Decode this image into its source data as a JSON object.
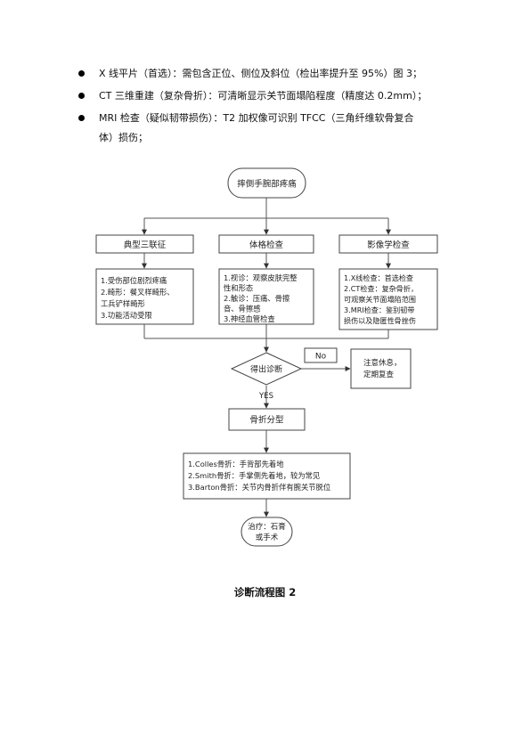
{
  "bullets": [
    {
      "lines": [
        "X 线平片（首选）：需包含正位、侧位及斜位（检出率提升至 95%）图 3；"
      ]
    },
    {
      "lines": [
        "CT 三维重建（复杂骨折）：可清晰显示关节面塌陷程度（精度达 0.2mm）；"
      ]
    },
    {
      "lines": [
        "MRI 检查（疑似韧带损伤）：T2 加权像可识别 TFCC（三角纤维软骨复合",
        "体）损伤；"
      ]
    }
  ],
  "flowchart": {
    "start": "摔倒手腕部疼痛",
    "branches": [
      {
        "title": "典型三联征",
        "details": [
          "1.受伤部位剧烈疼痛",
          "2.畸形：餐叉样畸形、",
          "工兵铲样畸形",
          "3.功能活动受限"
        ]
      },
      {
        "title": "体格检查",
        "details": [
          "1.视诊：观察皮肤完整",
          "性和形态",
          "2.触诊：压痛、骨擦",
          "音、骨擦感",
          "3.神经血管检查"
        ]
      },
      {
        "title": "影像学检查",
        "details": [
          "1.X线检查：首选检查",
          "2.CT检查：复杂骨折，",
          "可观察关节面塌陷范围",
          "3.MRI检查：鉴别韧带",
          "损伤以及隐匿性骨挫伤"
        ]
      }
    ],
    "decision": "得出诊断",
    "no_label": "No",
    "no_result": [
      "注意休息，",
      "定期复查"
    ],
    "yes_label": "YES",
    "classification": "骨折分型",
    "types": [
      "1.Colles骨折：手背部先着地",
      "2.Smith骨折：手掌侧先着地，较为常见",
      "3.Barton骨折：关节内骨折伴有腕关节脱位"
    ],
    "treatment": [
      "治疗：石膏",
      "或手术"
    ]
  },
  "caption": "诊断流程图 2"
}
